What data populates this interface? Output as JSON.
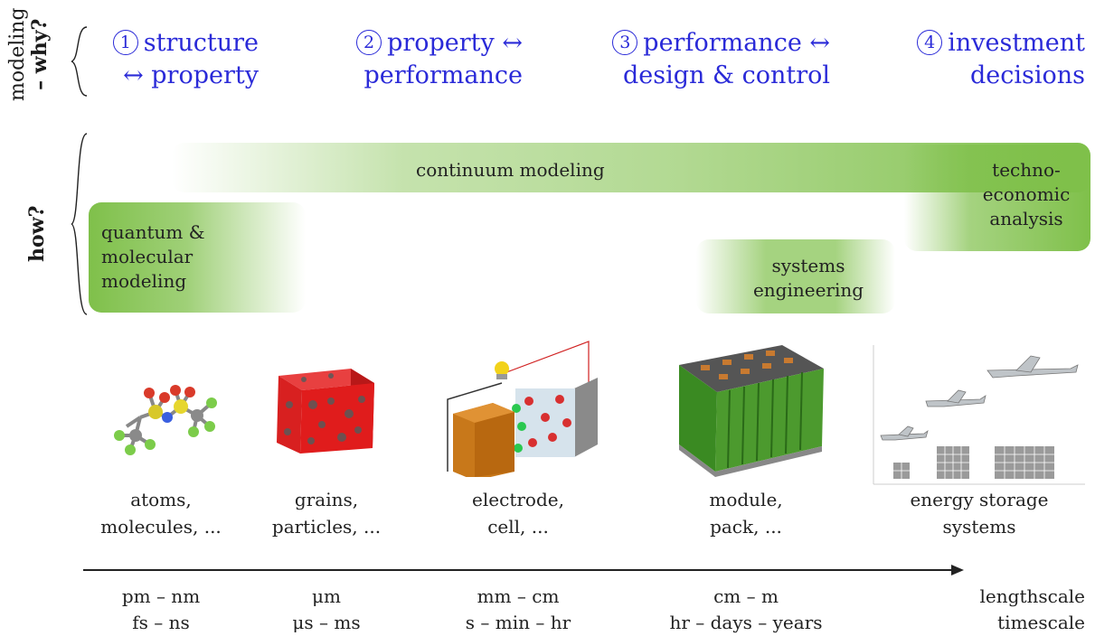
{
  "rows": {
    "why_label_1": "modeling",
    "why_label_2": "– why?",
    "how_label": "how?"
  },
  "why": [
    {
      "num": "1",
      "line1": "structure",
      "line2": "↔ property"
    },
    {
      "num": "2",
      "line1": "property ↔",
      "line2": "performance"
    },
    {
      "num": "3",
      "line1": "performance ↔",
      "line2": "design & control"
    },
    {
      "num": "4",
      "line1": "investment",
      "line2": "decisions"
    }
  ],
  "how": {
    "continuum": "continuum modeling",
    "quantum": [
      "quantum &",
      "molecular",
      "modeling"
    ],
    "systems": [
      "systems",
      "engineering"
    ],
    "techno": [
      "techno-",
      "economic",
      "analysis"
    ]
  },
  "scales": [
    {
      "caption": [
        "atoms,",
        "molecules, ..."
      ],
      "length": "pm – nm",
      "time": "fs – ns"
    },
    {
      "caption": [
        "grains,",
        "particles, ..."
      ],
      "length": "μm",
      "time": "μs – ms"
    },
    {
      "caption": [
        "electrode,",
        "cell, ..."
      ],
      "length": "mm – cm",
      "time": "s – min – hr"
    },
    {
      "caption": [
        "module,",
        "pack, ..."
      ],
      "length": "cm – m",
      "time": "hr – days – years"
    },
    {
      "caption": [
        "energy storage",
        "systems"
      ],
      "length": "lengthscale",
      "time": "timescale"
    }
  ],
  "colors": {
    "blue_text": "#2a2ad8",
    "band_green": "#7fc04a",
    "arrow": "#222222"
  },
  "icons": [
    "molecule-illustration",
    "grain-cube-illustration",
    "battery-cell-illustration",
    "battery-pack-illustration",
    "airplane-grid-illustration"
  ]
}
